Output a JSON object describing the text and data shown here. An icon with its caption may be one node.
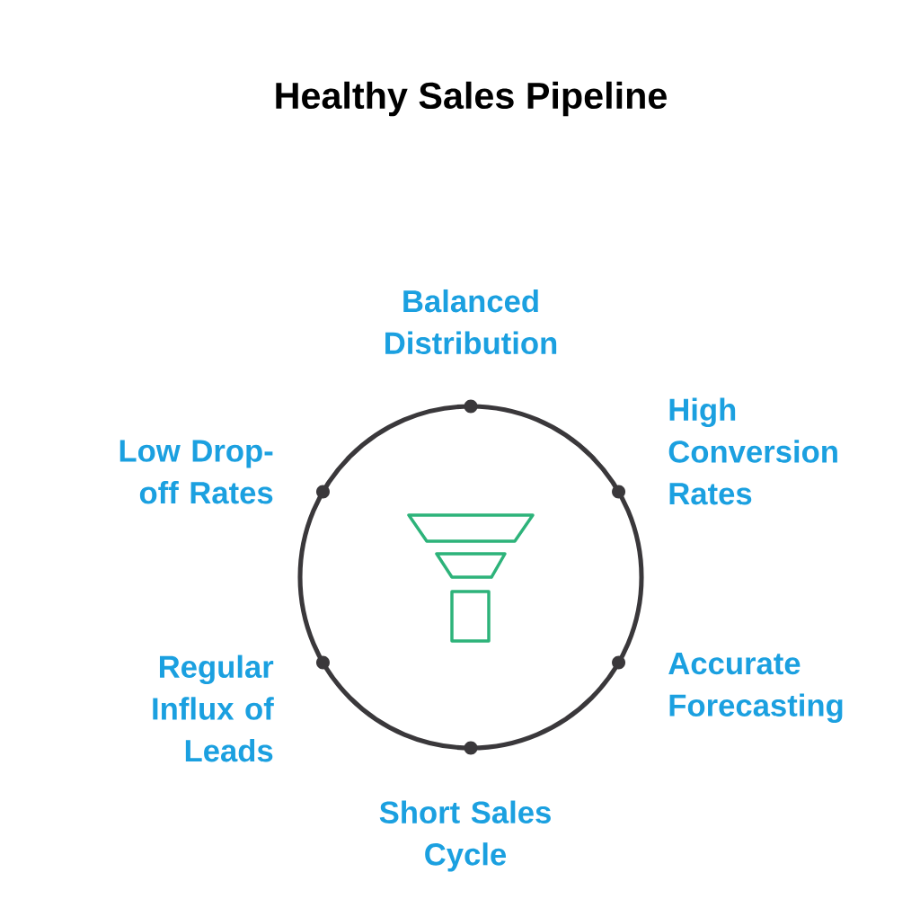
{
  "diagram": {
    "title": "Healthy Sales Pipeline",
    "labels": [
      "Balanced Distribution",
      "High Conversion Rates",
      "Low Drop-off Rates",
      "Accurate Forecasting",
      "Regular Influx of Leads",
      "Short Sales Cycle"
    ]
  }
}
